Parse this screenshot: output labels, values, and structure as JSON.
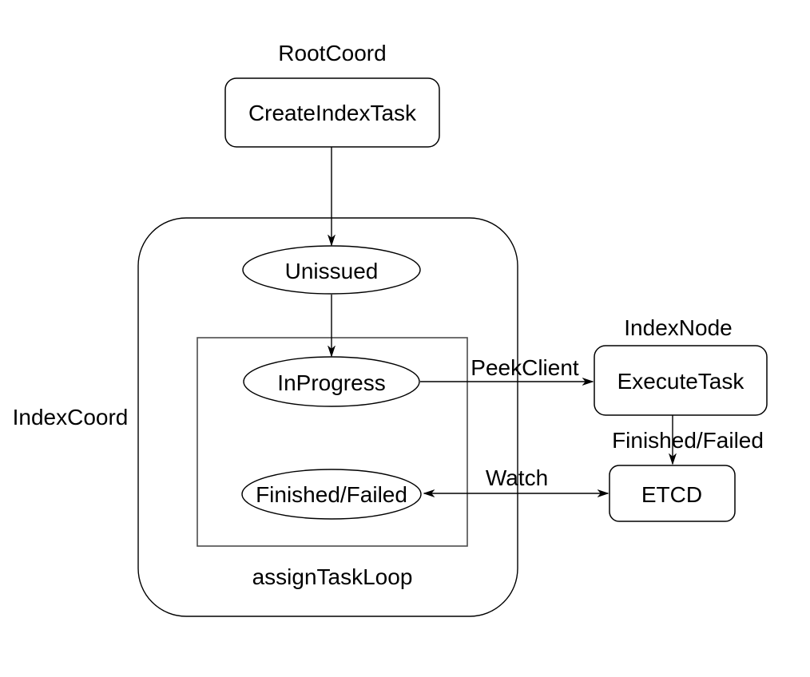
{
  "diagram": {
    "title_hint": "Index task flow diagram",
    "colors": {
      "background": "#ffffff",
      "stroke": "#000000",
      "inner_loop_stroke": "#4d4d4d",
      "text": "#000000"
    },
    "group_labels": {
      "root_coord": "RootCoord",
      "index_coord": "IndexCoord",
      "index_node": "IndexNode",
      "assign_task_loop": "assignTaskLoop"
    },
    "nodes": {
      "create_index_task": "CreateIndexTask",
      "unissued": "Unissued",
      "in_progress": "InProgress",
      "finished_failed_state": "Finished/Failed",
      "execute_task": "ExecuteTask",
      "etcd": "ETCD"
    },
    "edge_labels": {
      "peek_client": "PeekClient",
      "finished_failed": "Finished/Failed",
      "watch": "Watch"
    }
  }
}
